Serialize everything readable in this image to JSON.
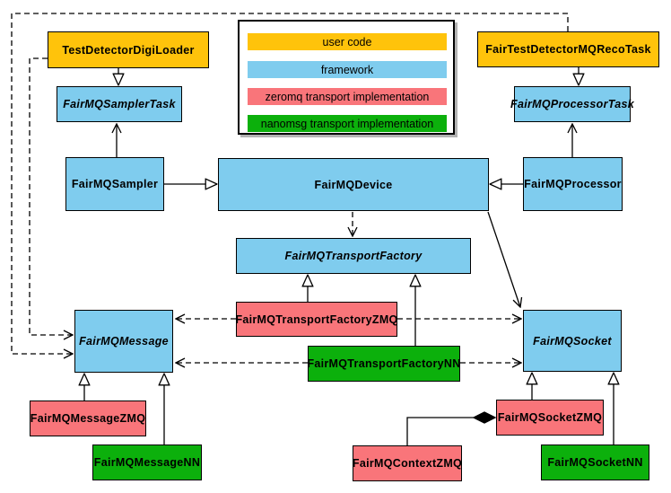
{
  "colors": {
    "user_code": "#ffc30b",
    "framework": "#7fccee",
    "zeromq": "#f9757a",
    "nanomsg": "#0cb00c",
    "border": "#000000",
    "background": "#ffffff",
    "legend_shadow": "#b3b3b3"
  },
  "legend": {
    "items": [
      {
        "label": "user code",
        "category": "user_code"
      },
      {
        "label": "framework",
        "category": "framework"
      },
      {
        "label": "zeromq transport implementation",
        "category": "zeromq"
      },
      {
        "label": "nanomsg transport implementation",
        "category": "nanomsg"
      }
    ]
  },
  "nodes": {
    "test_detector_digi_loader": {
      "label": "TestDetectorDigiLoader",
      "category": "user_code",
      "abstract": false
    },
    "fair_test_detector_mq_reco_task": {
      "label": "FairTestDetectorMQRecoTask",
      "category": "user_code",
      "abstract": false
    },
    "fair_mq_sampler_task": {
      "label": "FairMQSamplerTask",
      "category": "framework",
      "abstract": true
    },
    "fair_mq_processor_task": {
      "label": "FairMQProcessorTask",
      "category": "framework",
      "abstract": true
    },
    "fair_mq_sampler": {
      "label": "FairMQSampler",
      "category": "framework",
      "abstract": false
    },
    "fair_mq_device": {
      "label": "FairMQDevice",
      "category": "framework",
      "abstract": false
    },
    "fair_mq_processor": {
      "label": "FairMQProcessor",
      "category": "framework",
      "abstract": false
    },
    "fair_mq_transport_factory": {
      "label": "FairMQTransportFactory",
      "category": "framework",
      "abstract": true
    },
    "fair_mq_transport_factory_zmq": {
      "label": "FairMQTransportFactoryZMQ",
      "category": "zeromq",
      "abstract": false
    },
    "fair_mq_transport_factory_nn": {
      "label": "FairMQTransportFactoryNN",
      "category": "nanomsg",
      "abstract": false
    },
    "fair_mq_message": {
      "label": "FairMQMessage",
      "category": "framework",
      "abstract": true
    },
    "fair_mq_socket": {
      "label": "FairMQSocket",
      "category": "framework",
      "abstract": true
    },
    "fair_mq_message_zmq": {
      "label": "FairMQMessageZMQ",
      "category": "zeromq",
      "abstract": false
    },
    "fair_mq_message_nn": {
      "label": "FairMQMessageNN",
      "category": "nanomsg",
      "abstract": false
    },
    "fair_mq_socket_zmq": {
      "label": "FairMQSocketZMQ",
      "category": "zeromq",
      "abstract": false
    },
    "fair_mq_socket_nn": {
      "label": "FairMQSocketNN",
      "category": "nanomsg",
      "abstract": false
    },
    "fair_mq_context_zmq": {
      "label": "FairMQContextZMQ",
      "category": "zeromq",
      "abstract": false
    }
  },
  "edges": [
    {
      "from": "TestDetectorDigiLoader",
      "to": "FairMQSamplerTask",
      "type": "inheritance"
    },
    {
      "from": "FairTestDetectorMQRecoTask",
      "to": "FairMQProcessorTask",
      "type": "inheritance"
    },
    {
      "from": "FairMQSampler",
      "to": "FairMQSamplerTask",
      "type": "association"
    },
    {
      "from": "FairMQProcessor",
      "to": "FairMQProcessorTask",
      "type": "association"
    },
    {
      "from": "FairMQSampler",
      "to": "FairMQDevice",
      "type": "inheritance"
    },
    {
      "from": "FairMQProcessor",
      "to": "FairMQDevice",
      "type": "inheritance"
    },
    {
      "from": "FairMQDevice",
      "to": "FairMQTransportFactory",
      "type": "dashed-dependency"
    },
    {
      "from": "FairMQDevice",
      "to": "FairMQSocket",
      "type": "association"
    },
    {
      "from": "TestDetectorDigiLoader",
      "to": "FairMQMessage",
      "type": "dashed-dependency"
    },
    {
      "from": "FairTestDetectorMQRecoTask",
      "to": "FairMQMessage",
      "type": "dashed-dependency"
    },
    {
      "from": "FairMQTransportFactoryZMQ",
      "to": "FairMQTransportFactory",
      "type": "inheritance"
    },
    {
      "from": "FairMQTransportFactoryNN",
      "to": "FairMQTransportFactory",
      "type": "inheritance"
    },
    {
      "from": "FairMQTransportFactoryZMQ",
      "to": "FairMQMessage",
      "type": "dashed-dependency"
    },
    {
      "from": "FairMQTransportFactoryZMQ",
      "to": "FairMQSocket",
      "type": "dashed-dependency"
    },
    {
      "from": "FairMQTransportFactoryNN",
      "to": "FairMQMessage",
      "type": "dashed-dependency"
    },
    {
      "from": "FairMQTransportFactoryNN",
      "to": "FairMQSocket",
      "type": "dashed-dependency"
    },
    {
      "from": "FairMQMessageZMQ",
      "to": "FairMQMessage",
      "type": "inheritance"
    },
    {
      "from": "FairMQMessageNN",
      "to": "FairMQMessage",
      "type": "inheritance"
    },
    {
      "from": "FairMQSocketZMQ",
      "to": "FairMQSocket",
      "type": "inheritance"
    },
    {
      "from": "FairMQSocketNN",
      "to": "FairMQSocket",
      "type": "inheritance"
    },
    {
      "from": "FairMQContextZMQ",
      "to": "FairMQSocketZMQ",
      "type": "composition"
    }
  ]
}
